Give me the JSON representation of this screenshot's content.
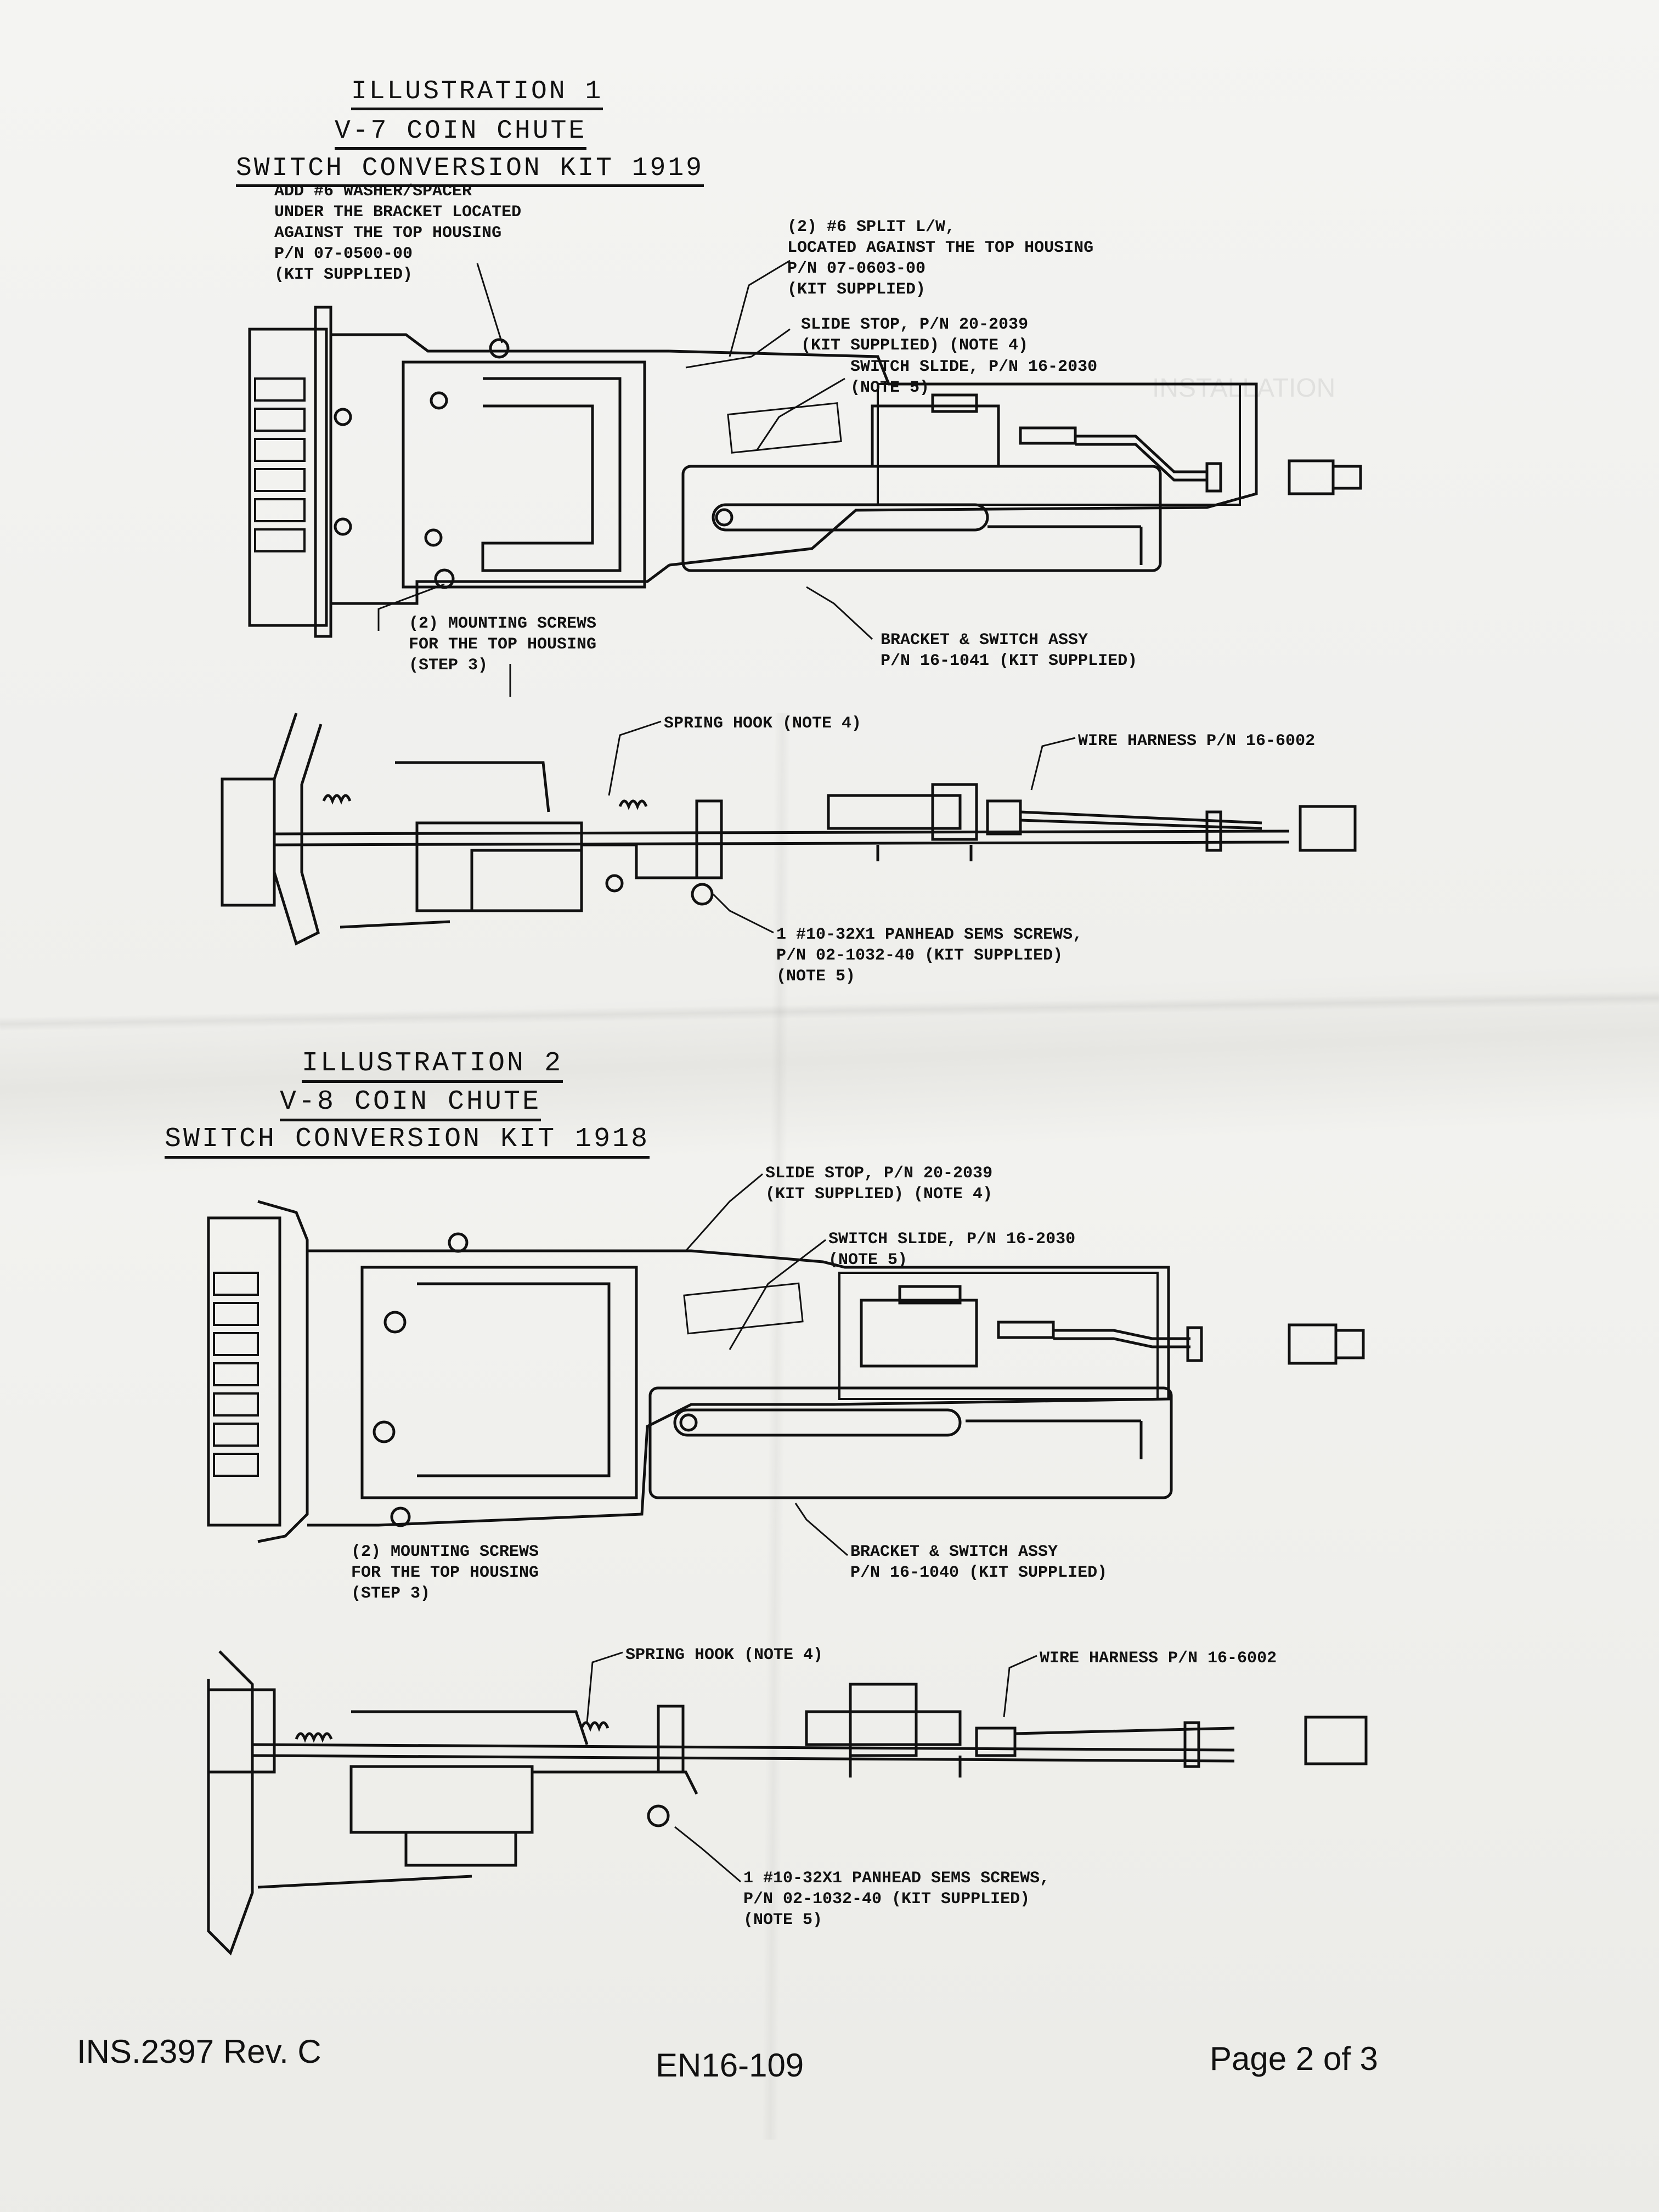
{
  "illustration1": {
    "title": [
      "ILLUSTRATION 1",
      "V-7 COIN CHUTE",
      "SWITCH CONVERSION KIT 1919"
    ],
    "callouts": {
      "washer": "ADD #6 WASHER/SPACER\nUNDER THE BRACKET LOCATED\nAGAINST THE TOP HOUSING\nP/N 07-0500-00\n(KIT SUPPLIED)",
      "split_lw": "(2) #6 SPLIT L/W,\nLOCATED AGAINST THE TOP HOUSING\nP/N 07-0603-00\n(KIT SUPPLIED)",
      "slide_stop": "SLIDE STOP, P/N 20-2039\n(KIT SUPPLIED) (NOTE 4)",
      "switch_slide": "SWITCH SLIDE, P/N 16-2030\n(NOTE 5)",
      "mounting_screws": "(2) MOUNTING SCREWS\nFOR THE TOP HOUSING\n(STEP 3)",
      "bracket_assy": "BRACKET & SWITCH ASSY\nP/N 16-1041 (KIT SUPPLIED)",
      "spring_hook": "SPRING HOOK (NOTE 4)",
      "wire_harness": "WIRE HARNESS P/N 16-6002",
      "panhead": "1 #10-32X1 PANHEAD SEMS SCREWS,\nP/N 02-1032-40 (KIT SUPPLIED)\n(NOTE 5)"
    }
  },
  "illustration2": {
    "title": [
      "ILLUSTRATION 2",
      "V-8 COIN CHUTE",
      "SWITCH CONVERSION KIT 1918"
    ],
    "callouts": {
      "slide_stop": "SLIDE STOP, P/N 20-2039\n(KIT SUPPLIED) (NOTE 4)",
      "switch_slide": "SWITCH SLIDE, P/N 16-2030\n(NOTE 5)",
      "mounting_screws": "(2) MOUNTING SCREWS\nFOR THE TOP HOUSING\n(STEP 3)",
      "bracket_assy": "BRACKET & SWITCH ASSY\nP/N 16-1040 (KIT SUPPLIED)",
      "spring_hook": "SPRING HOOK (NOTE 4)",
      "wire_harness": "WIRE HARNESS P/N 16-6002",
      "panhead": "1 #10-32X1 PANHEAD SEMS SCREWS,\nP/N 02-1032-40 (KIT SUPPLIED)\n(NOTE 5)"
    }
  },
  "footer": {
    "doc_id": "INS.2397 Rev. C",
    "code": "EN16-109",
    "page": "Page 2 of 3"
  }
}
